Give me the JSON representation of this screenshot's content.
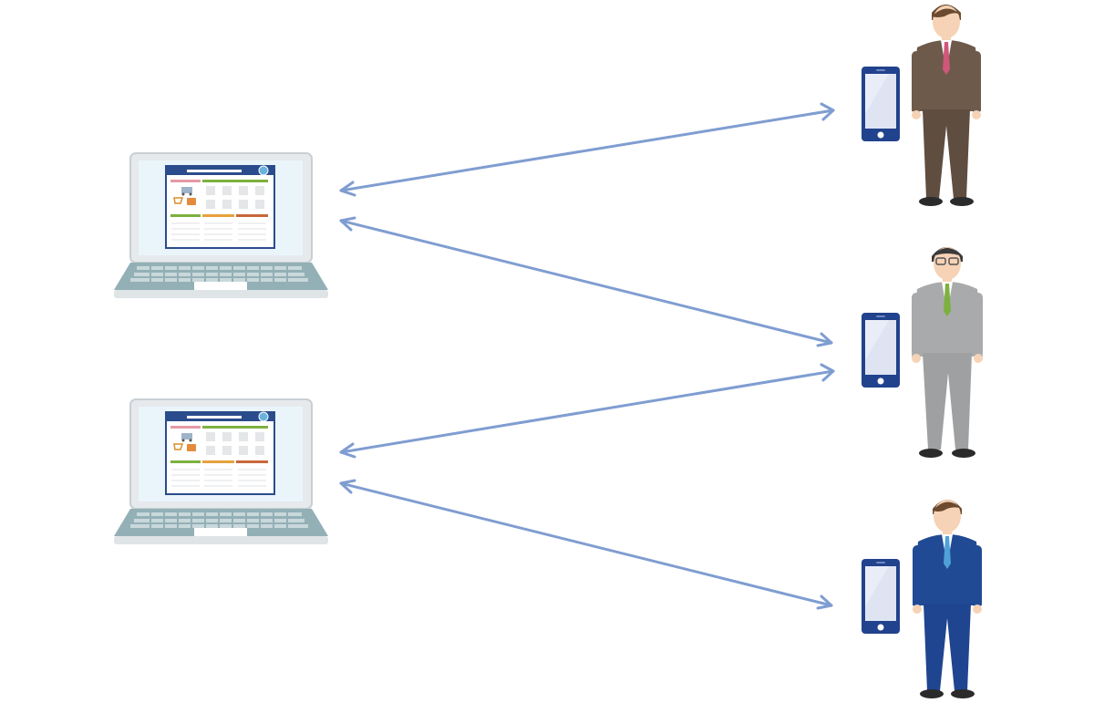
{
  "diagram": {
    "laptops": [
      {
        "id": "laptop-top",
        "screen": "web-dashboard"
      },
      {
        "id": "laptop-bottom",
        "screen": "web-dashboard"
      }
    ],
    "people": [
      {
        "id": "person-brown-suit",
        "suit": "#6e5a4b",
        "tie": "#d0567a",
        "shirt": "#ffffff"
      },
      {
        "id": "person-gray-suit-glasses",
        "suit": "#a9aaab",
        "tie": "#7db13f",
        "shirt": "#ffffff"
      },
      {
        "id": "person-blue-suit",
        "suit": "#214a95",
        "tie": "#4fa1d8",
        "shirt": "#ffffff"
      }
    ],
    "devices": [
      {
        "id": "phone-1",
        "icon": "smartphone-icon"
      },
      {
        "id": "phone-2",
        "icon": "smartphone-icon"
      },
      {
        "id": "phone-3",
        "icon": "smartphone-icon"
      }
    ],
    "connections": [
      {
        "from": "laptop-top",
        "to": "phone-1",
        "direction": "bidirectional"
      },
      {
        "from": "laptop-top",
        "to": "phone-2",
        "direction": "bidirectional"
      },
      {
        "from": "laptop-bottom",
        "to": "phone-2",
        "direction": "bidirectional"
      },
      {
        "from": "laptop-bottom",
        "to": "phone-3",
        "direction": "bidirectional"
      }
    ],
    "colors": {
      "arrow": "#7f9dd1",
      "laptop_body": "#e8ecee",
      "keyboard": "#93b0b6",
      "screen_frame": "#2b4c8c",
      "phone_body": "#21428c",
      "phone_screen": "#dfe4f3"
    }
  }
}
